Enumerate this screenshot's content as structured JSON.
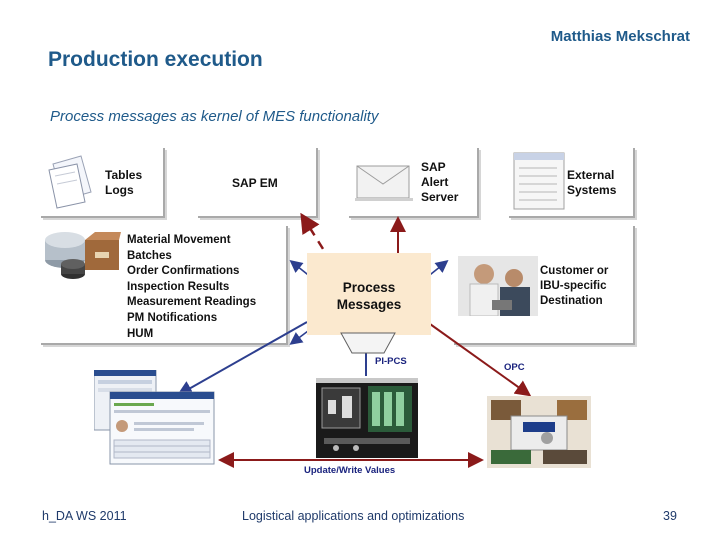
{
  "header": {
    "author": "Matthias Mekschrat",
    "title": "Production execution",
    "subtitle": "Process messages as kernel of MES functionality"
  },
  "nodes": {
    "tables_logs": [
      "Tables",
      "Logs"
    ],
    "sap_em": "SAP EM",
    "sap_alert": [
      "SAP",
      "Alert",
      "Server"
    ],
    "external": [
      "External",
      "Systems"
    ],
    "material_list": [
      "Material Movement",
      "Batches",
      "Order Confirmations",
      "Inspection Results",
      "Measurement Readings",
      "PM Notifications",
      "HUM"
    ],
    "center": [
      "Process",
      "Messages"
    ],
    "customer": [
      "Customer or",
      "IBU-specific",
      "Destination"
    ],
    "pi_pcs": "PI-PCS",
    "opc": "OPC",
    "update_write": "Update/Write Values"
  },
  "footer": {
    "left": "h_DA  WS 2011",
    "center": "Logistical applications and optimizations",
    "page": "39"
  },
  "colors": {
    "title_blue": "#1f5a8a",
    "arrow_blue": "#2d3f8f",
    "arrow_red": "#8b1a1a",
    "center_fill": "#fbe9cf"
  }
}
